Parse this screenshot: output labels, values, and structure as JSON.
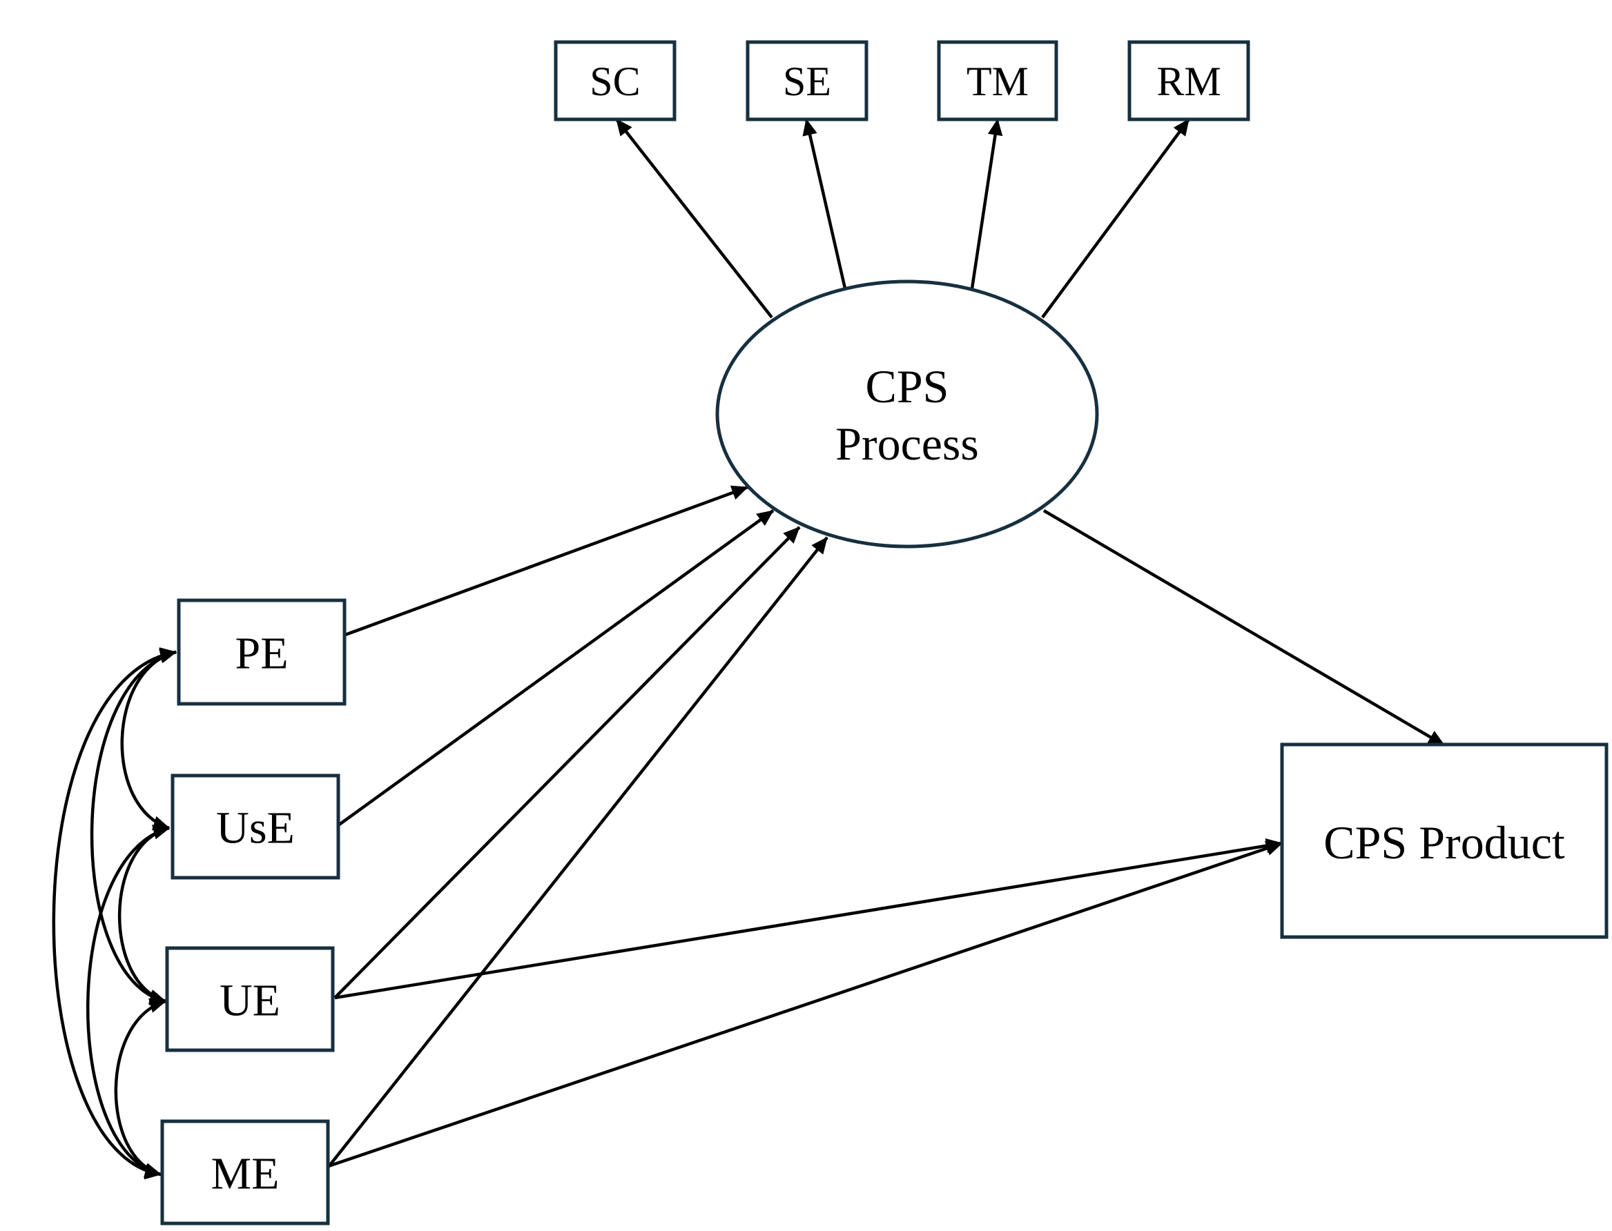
{
  "diagram": {
    "indicators": [
      {
        "id": "sc",
        "label": "SC"
      },
      {
        "id": "se",
        "label": "SE"
      },
      {
        "id": "tm",
        "label": "TM"
      },
      {
        "id": "rm",
        "label": "RM"
      }
    ],
    "latent": {
      "line1": "CPS",
      "line2": "Process"
    },
    "outcome": {
      "label": "CPS Product"
    },
    "predictors": [
      {
        "id": "pe",
        "label": "PE"
      },
      {
        "id": "use",
        "label": "UsE"
      },
      {
        "id": "ue",
        "label": "UE"
      },
      {
        "id": "me",
        "label": "ME"
      }
    ],
    "paths": [
      {
        "from": "CPS Process",
        "to": "SC"
      },
      {
        "from": "CPS Process",
        "to": "SE"
      },
      {
        "from": "CPS Process",
        "to": "TM"
      },
      {
        "from": "CPS Process",
        "to": "RM"
      },
      {
        "from": "PE",
        "to": "CPS Process"
      },
      {
        "from": "UsE",
        "to": "CPS Process"
      },
      {
        "from": "UE",
        "to": "CPS Process"
      },
      {
        "from": "ME",
        "to": "CPS Process"
      },
      {
        "from": "CPS Process",
        "to": "CPS Product"
      },
      {
        "from": "UE",
        "to": "CPS Product"
      },
      {
        "from": "ME",
        "to": "CPS Product"
      }
    ],
    "correlations": [
      [
        "PE",
        "UsE"
      ],
      [
        "PE",
        "UE"
      ],
      [
        "PE",
        "ME"
      ],
      [
        "UsE",
        "UE"
      ],
      [
        "UsE",
        "ME"
      ],
      [
        "UE",
        "ME"
      ]
    ]
  }
}
